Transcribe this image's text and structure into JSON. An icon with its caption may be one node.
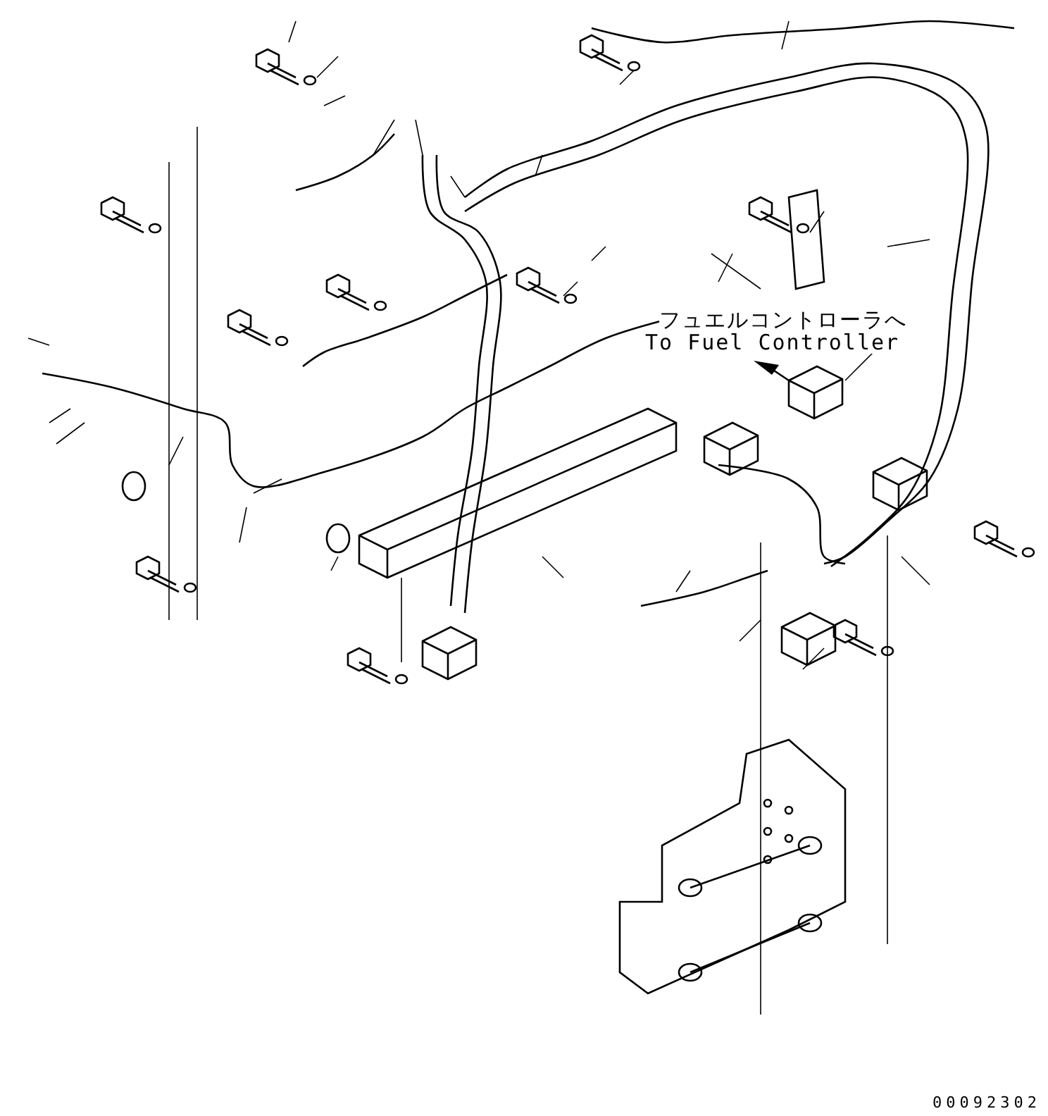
{
  "diagram": {
    "labels": [
      "フュエルコントローラへ",
      "To Fuel Controller",
      "00092302"
    ]
  }
}
